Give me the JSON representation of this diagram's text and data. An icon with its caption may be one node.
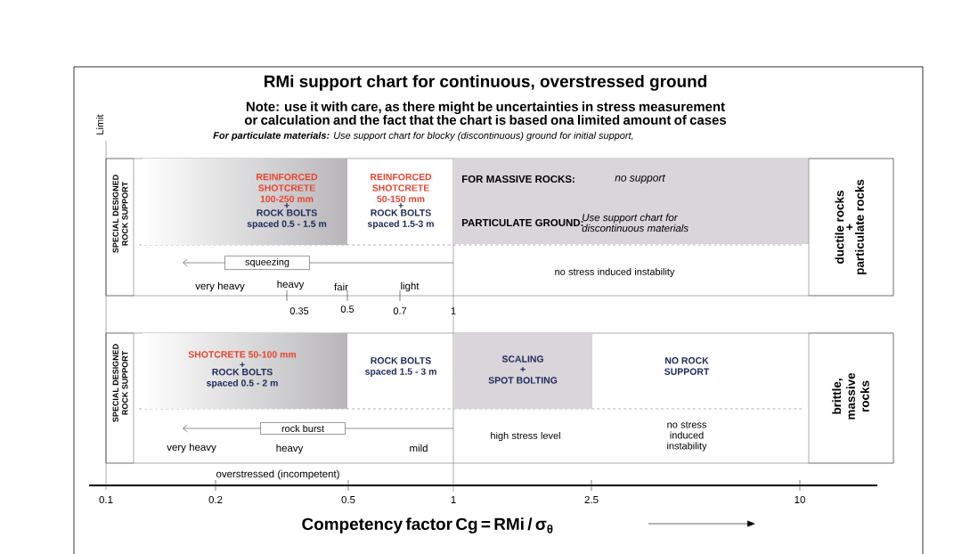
{
  "diagram": {
    "title": "RMi support chart for continuous, overstressed ground",
    "nodes": [
      {
        "text": [
          "REINFORCED SHOTCRETE 100-250 mm",
          "+",
          "ROCK BOLTS spaced 0.5 - 1.5 m"
        ]
      },
      {
        "text": [
          "REINFORCED SHOTCRETE 50-150 mm",
          "+",
          "ROCK BOLTS spaced 1.5-3 m"
        ]
      },
      {
        "text": [
          "FOR MASSIVE ROCKS:",
          "no support",
          "PARTICULATE GROUND:",
          "Use support chart for discontinuous materials"
        ]
      },
      {
        "text": [
          "ductile rocks",
          "+",
          "particulate rocks"
        ]
      },
      {
        "text": [
          "SPECIAL DESIGNED ROCK SUPPORT"
        ]
      },
      {
        "text": [
          "squeezing"
        ]
      },
      {
        "text": [
          "SPECIAL DESIGNED ROCK SUPPORT"
        ]
      },
      {
        "text": [
          "SHOTCRETE 50-100 mm",
          "+",
          "ROCK BOLTS spaced 0.5 - 2 m"
        ]
      },
      {
        "text": [
          "ROCK BOLTS spaced 1.5 - 3 m"
        ]
      },
      {
        "text": [
          "SCALING",
          "+",
          "SPOT BOLTING"
        ]
      },
      {
        "text": [
          "NO ROCK SUPPORT"
        ]
      },
      {
        "text": [
          "brittle, massive rocks"
        ]
      },
      {
        "text": [
          "rock burst"
        ]
      }
    ],
    "labels": [
      "Note: use it with care, as there might be uncertainties in stress measurement or calculation and the fact that the chart is based ona limited amount of cases",
      "Limit",
      "**For particulate materials:** Use support chart for blocky (discontinuous) ground for initial support,",
      "no stress induced instability",
      "very heavy",
      "heavy",
      "fair",
      "light",
      "0.35",
      "0.5",
      "0.7",
      "1",
      "high stress level",
      "no stress induced instability",
      "very heavy",
      "heavy",
      "mild",
      "overstressed (incompetent)",
      "0.1",
      "0.2",
      "0.5",
      "1",
      "2.5",
      "10",
      "Competency factor  Cg = RMi / σ$_{θ}$"
    ]
  }
}
